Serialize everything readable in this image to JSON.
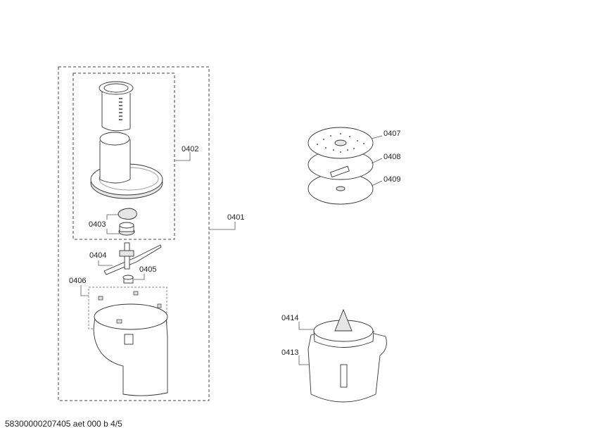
{
  "labels": {
    "p0401": "0401",
    "p0402": "0402",
    "p0403": "0403",
    "p0404": "0404",
    "p0405": "0405",
    "p0406": "0406",
    "p0407": "0407",
    "p0408": "0408",
    "p0409": "0409",
    "p0413": "0413",
    "p0414": "0414"
  },
  "footer": "58300000207405 aet 000 b 4/5"
}
